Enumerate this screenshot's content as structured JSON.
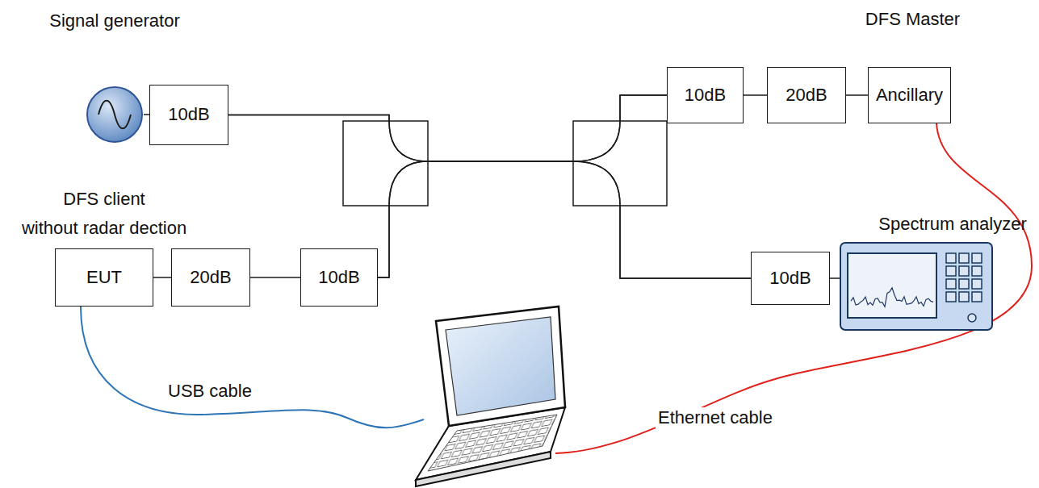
{
  "diagram": {
    "nodes": [
      {
        "text": [
          "Signal generator"
        ]
      },
      {
        "text": [
          "10dB"
        ]
      },
      {
        "text": [
          "DFS client without radar dection",
          "EUT"
        ]
      },
      {
        "text": [
          "20dB"
        ]
      },
      {
        "text": [
          "10dB"
        ]
      },
      {
        "text": [
          "10dB"
        ]
      },
      {
        "text": [
          "20dB"
        ]
      },
      {
        "text": [
          "DFS Master",
          "Ancillary"
        ]
      },
      {
        "text": [
          "10dB"
        ]
      },
      {
        "text": [
          "Spectrum analyzer"
        ]
      }
    ],
    "edges": [
      {
        "from": 0,
        "to": 1,
        "arrow": "none"
      },
      {
        "from": 2,
        "to": 3,
        "arrow": "none"
      },
      {
        "from": 3,
        "to": 4,
        "arrow": "none"
      },
      {
        "from": 1,
        "to": 5,
        "arrow": "none"
      },
      {
        "from": 1,
        "to": 8,
        "arrow": "none"
      },
      {
        "from": 4,
        "to": 5,
        "arrow": "none"
      },
      {
        "from": 4,
        "to": 8,
        "arrow": "none"
      },
      {
        "from": 5,
        "to": 6,
        "arrow": "none"
      },
      {
        "from": 6,
        "to": 7,
        "arrow": "none"
      },
      {
        "from": 8,
        "to": 9,
        "arrow": "none"
      }
    ],
    "labels": [
      "USB cable",
      "Ethernet cable"
    ]
  }
}
